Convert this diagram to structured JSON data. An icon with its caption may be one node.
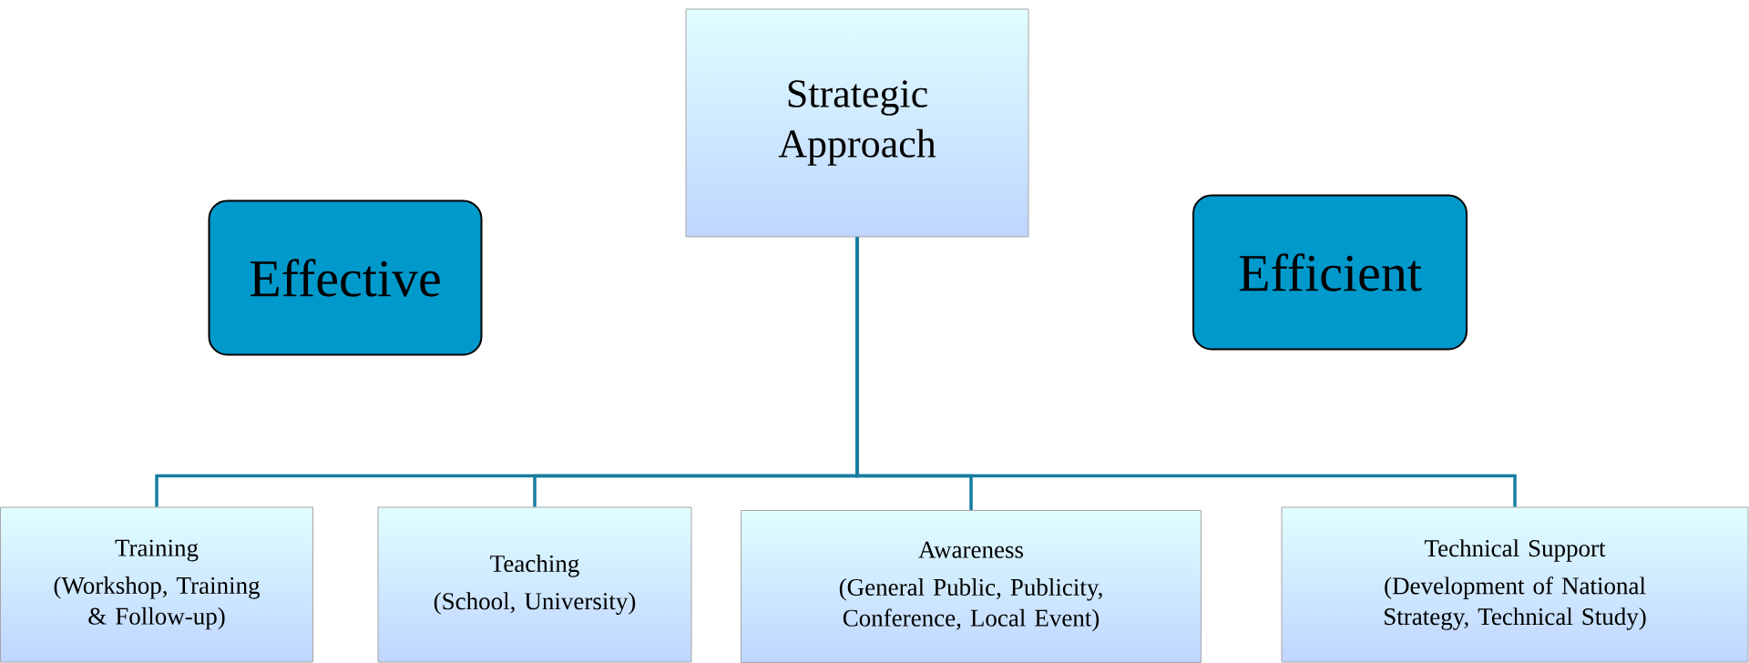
{
  "diagram": {
    "nodes": [
      {
        "text": [
          "Strategic Approach"
        ]
      },
      {
        "text": [
          "Effective"
        ]
      },
      {
        "text": [
          "Efficient"
        ]
      },
      {
        "text": [
          "Training",
          "(Workshop, Training & Follow-up)"
        ]
      },
      {
        "text": [
          "Teaching",
          "(School, University)"
        ]
      },
      {
        "text": [
          "Awareness",
          "(General Public, Publicity, Conference, Local Event)"
        ]
      },
      {
        "text": [
          "Technical Support",
          "(Development of National Strategy, Technical Study)"
        ]
      }
    ],
    "edges": [
      {
        "from": 0,
        "to": 3,
        "arrow": "none"
      },
      {
        "from": 0,
        "to": 4,
        "arrow": "none"
      },
      {
        "from": 0,
        "to": 5,
        "arrow": "none"
      },
      {
        "from": 0,
        "to": 6,
        "arrow": "none"
      }
    ]
  }
}
